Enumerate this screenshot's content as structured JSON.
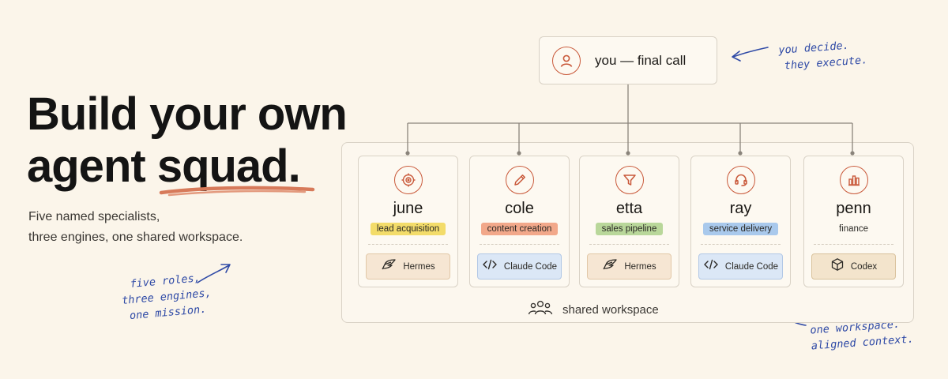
{
  "headline": {
    "line1": "Build your own",
    "line2_pre": "agent ",
    "line2_emph": "squad."
  },
  "subtitle": {
    "line1": "Five named specialists,",
    "line2": "three engines, one shared workspace."
  },
  "notes": {
    "left": [
      "five roles,",
      "three engines,",
      "one mission."
    ],
    "top": [
      "you decide.",
      "they execute."
    ],
    "bottom": [
      "one workspace.",
      "aligned context."
    ]
  },
  "top_node": {
    "label": "you — final call",
    "icon": "user-icon"
  },
  "workspace": {
    "label": "shared workspace",
    "icon": "group-icon"
  },
  "colors": {
    "accent": "#c9593a",
    "ink_note": "#2f4aa6",
    "underline": "#d77a5a"
  },
  "agents": [
    {
      "name": "june",
      "role": "lead acquisition",
      "role_color": "#f3dc6a",
      "icon": "target-icon",
      "engine": "Hermes",
      "engine_icon": "feather-icon",
      "engine_kind": "hermes"
    },
    {
      "name": "cole",
      "role": "content creation",
      "role_color": "#f2a88a",
      "icon": "pencil-icon",
      "engine": "Claude Code",
      "engine_icon": "code-icon",
      "engine_kind": "claude"
    },
    {
      "name": "etta",
      "role": "sales pipeline",
      "role_color": "#b9d79a",
      "icon": "funnel-icon",
      "engine": "Hermes",
      "engine_icon": "feather-icon",
      "engine_kind": "hermes"
    },
    {
      "name": "ray",
      "role": "service delivery",
      "role_color": "#a9c9ec",
      "icon": "headset-icon",
      "engine": "Claude Code",
      "engine_icon": "code-icon",
      "engine_kind": "claude"
    },
    {
      "name": "penn",
      "role": "finance",
      "role_color": "",
      "icon": "bar-chart-icon",
      "engine": "Codex",
      "engine_icon": "cube-icon",
      "engine_kind": "codex"
    }
  ]
}
